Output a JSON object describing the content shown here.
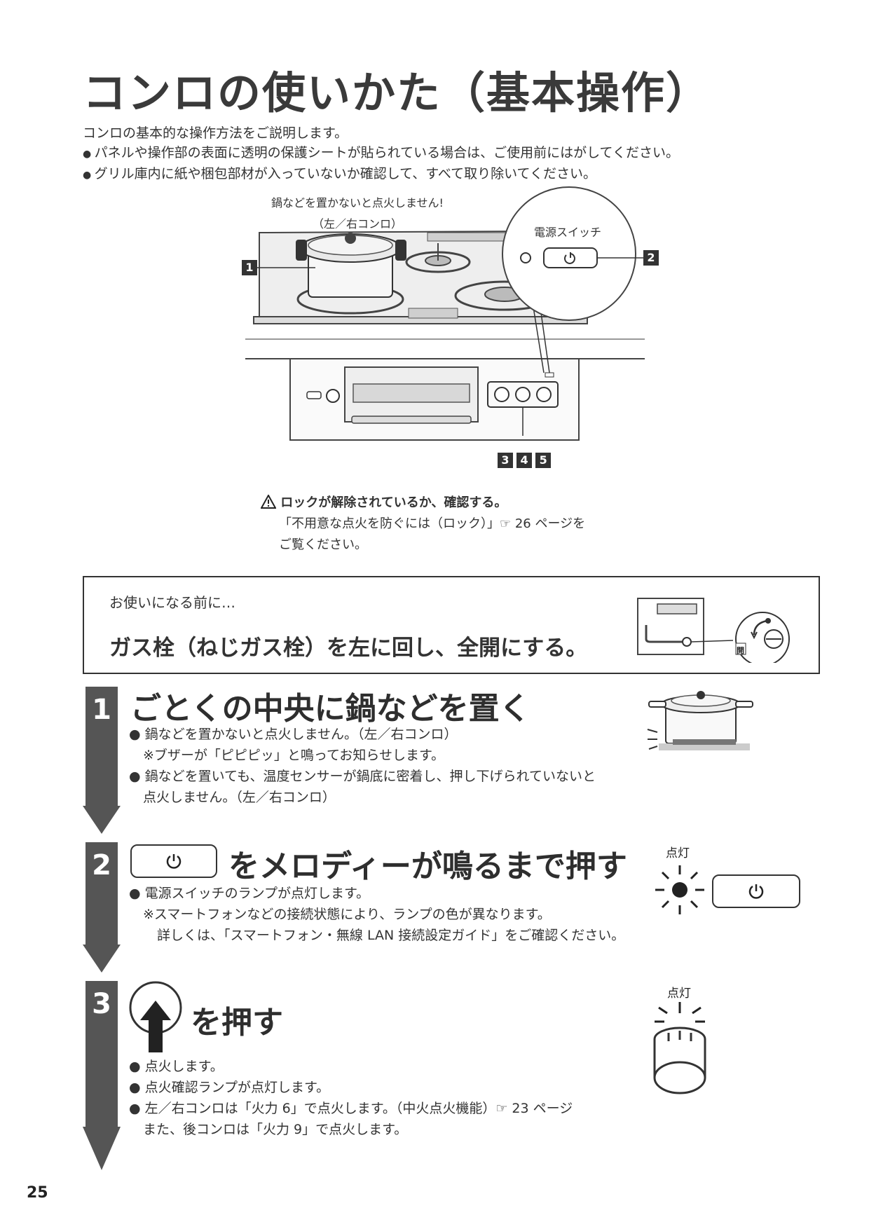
{
  "title": "コンロの使いかた（基本操作）",
  "intro": {
    "lead": "コンロの基本的な操作方法をご説明します。",
    "bullets": [
      "パネルや操作部の表面に透明の保護シートが貼られている場合は、ご使用前にはがしてください。",
      "グリル庫内に紙や梱包部材が入っていないか確認して、すべて取り除いてください。"
    ]
  },
  "figure": {
    "note_line1": "鍋などを置かないと点火しません!",
    "note_line2": "（左／右コンロ）",
    "power_switch_label": "電源スイッチ",
    "tags": [
      "1",
      "2",
      "3",
      "4",
      "5"
    ]
  },
  "warning": {
    "heading": "ロックが解除されているか、確認する。",
    "line1": "「不用意な点火を防ぐには（ロック）」☞ 26 ページを",
    "line2": "ご覧ください。"
  },
  "before_use": {
    "label": "お使いになる前に…",
    "instruction": "ガス栓（ねじガス栓）を左に回し、全開にする。",
    "valve_label": "開"
  },
  "steps": [
    {
      "num": "1",
      "heading": "ごとくの中央に鍋などを置く",
      "lines": [
        "● 鍋などを置かないと点火しません。（左／右コンロ）",
        "※ブザーが「ピピピッ」と鳴ってお知らせします。",
        "● 鍋などを置いても、温度センサーが鍋底に密着し、押し下げられていないと",
        "点火しません。（左／右コンロ）"
      ]
    },
    {
      "num": "2",
      "heading": "をメロディーが鳴るまで押す",
      "lit_label": "点灯",
      "lines": [
        "● 電源スイッチのランプが点灯します。",
        "※スマートフォンなどの接続状態により、ランプの色が異なります。",
        "詳しくは、「スマートフォン・無線 LAN 接続設定ガイド」をご確認ください。"
      ]
    },
    {
      "num": "3",
      "heading": "を押す",
      "lit_label": "点灯",
      "lines": [
        "● 点火します。",
        "● 点火確認ランプが点灯します。",
        "● 左／右コンロは「火力 6」で点火します。（中火点火機能）☞ 23 ページ",
        "また、後コンロは「火力 9」で点火します。"
      ]
    }
  ],
  "page_number": "25",
  "colors": {
    "step_bar": "#555555",
    "text": "#333333"
  }
}
